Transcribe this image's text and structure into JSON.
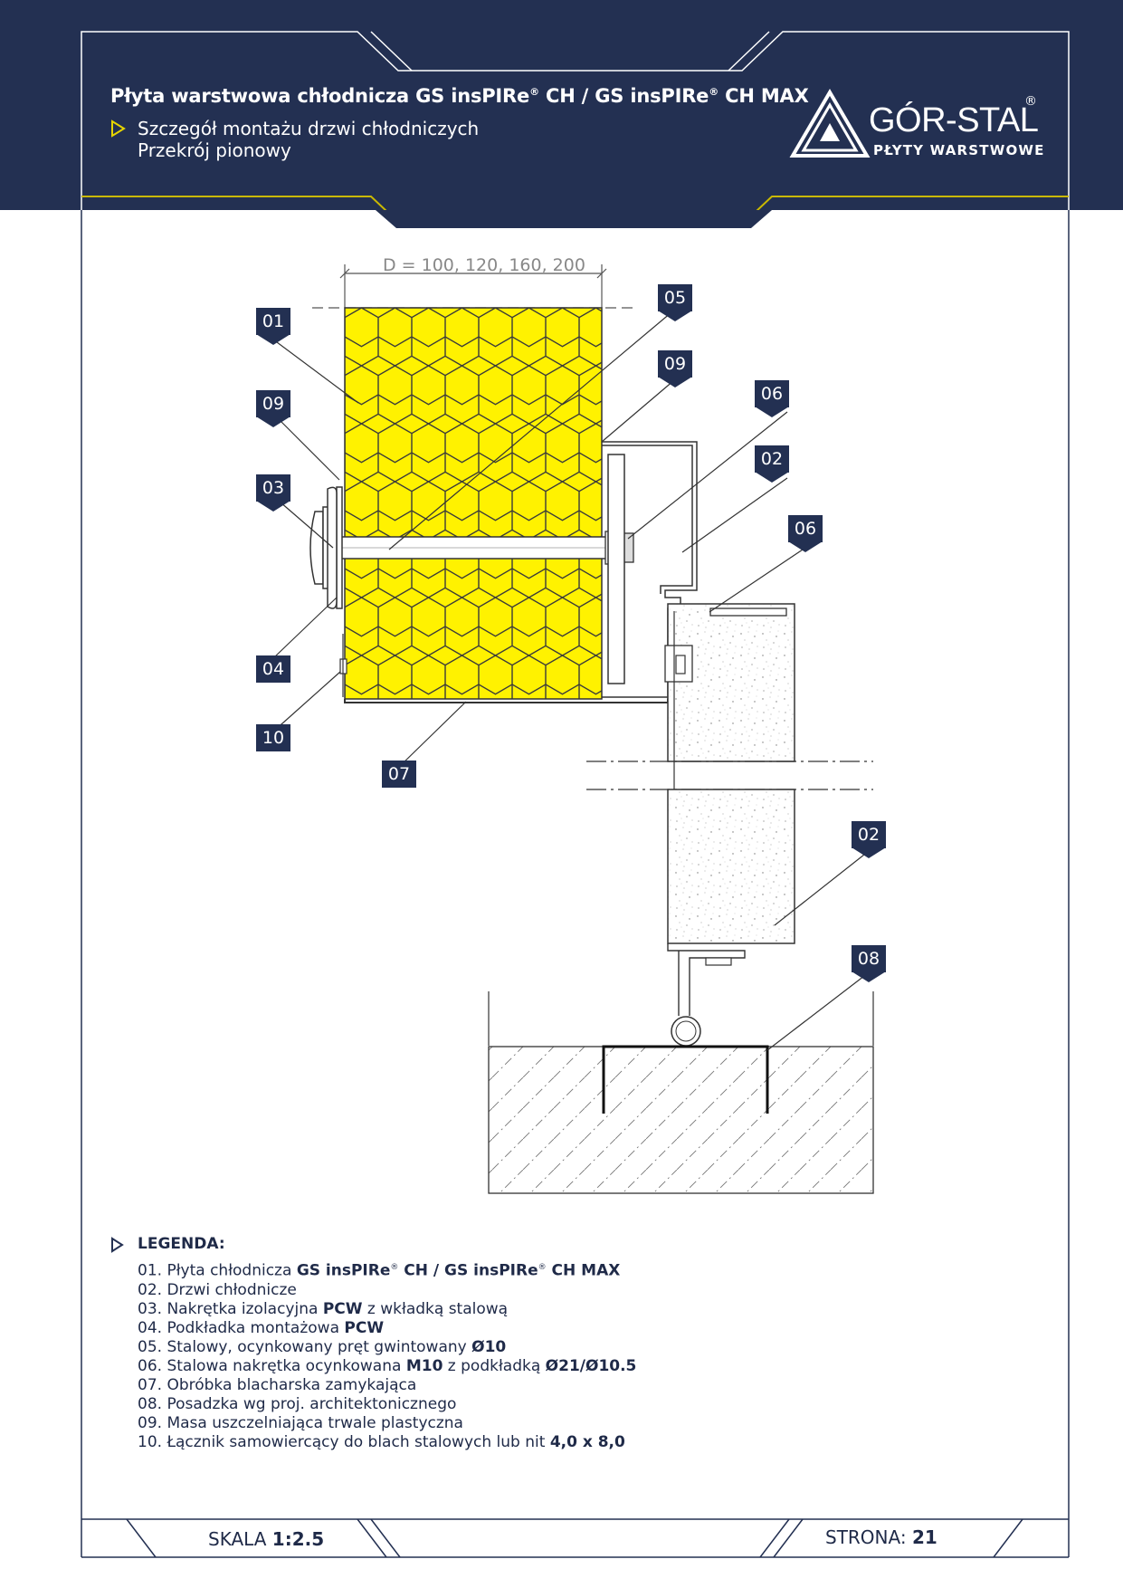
{
  "header": {
    "title_main": "Płyta warstwowa chłodnicza GS insPIRe",
    "title_sep": " CH / GS insPIRe",
    "title_end": " CH MAX",
    "reg_mark": "®",
    "subtitle_1": "Szczegół montażu drzwi chłodniczych",
    "subtitle_2": "Przekrój pionowy"
  },
  "logo": {
    "name": "GÓR-STAL",
    "reg": "®",
    "tagline": "PŁYTY WARSTWOWE"
  },
  "drawing": {
    "dimension_label": "D = 100, 120, 160, 200",
    "tags": {
      "t01": "01",
      "t09a": "09",
      "t03": "03",
      "t04": "04",
      "t10": "10",
      "t07": "07",
      "t05": "05",
      "t09b": "09",
      "t06a": "06",
      "t02a": "02",
      "t06b": "06",
      "t02b": "02",
      "t08": "08"
    }
  },
  "legend": {
    "title": "LEGENDA:",
    "items": {
      "i01_a": "01. Płyta chłodnicza ",
      "i01_b": "GS insPIRe",
      "i01_c": " CH / GS insPIRe",
      "i01_d": " CH MAX",
      "i02": "02. Drzwi chłodnicze",
      "i03_a": "03. Nakrętka izolacyjna ",
      "i03_b": "PCW",
      "i03_c": " z wkładką stalową",
      "i04_a": "04. Podkładka montażowa ",
      "i04_b": "PCW",
      "i05_a": "05. Stalowy, ocynkowany pręt gwintowany ",
      "i05_b": "Ø10",
      "i06_a": "06. Stalowa nakrętka ocynkowana ",
      "i06_b": "M10",
      "i06_c": " z podkładką ",
      "i06_d": "Ø21/Ø10.5",
      "i07": "07. Obróbka blacharska zamykająca",
      "i08": "08. Posadzka wg proj. architektonicznego",
      "i09": "09. Masa uszczelniająca trwale plastyczna",
      "i10_a": "10. Łącznik samowiercący do blach stalowych lub nit ",
      "i10_b": "4,0 x 8,0"
    }
  },
  "footer": {
    "scale_label": "SKALA ",
    "scale_value": "1:2.5",
    "page_label": "STRONA: ",
    "page_value": "21"
  },
  "colors": {
    "navy": "#233052",
    "yellow": "#fff200",
    "accent_line": "#c9b800"
  }
}
